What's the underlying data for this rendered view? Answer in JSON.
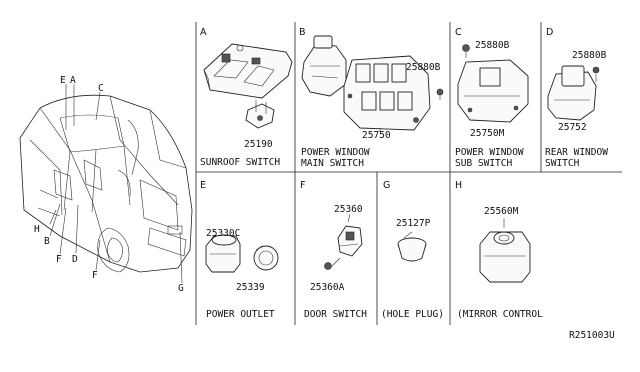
{
  "car_callouts": [
    "E",
    "A",
    "C",
    "D",
    "H",
    "B",
    "F",
    "F",
    "G"
  ],
  "panels": {
    "A": {
      "letter": "A",
      "parts": [
        "25190"
      ],
      "caption": "SUNROOF SWITCH"
    },
    "B": {
      "letter": "B",
      "parts": [
        "25880B",
        "25750"
      ],
      "caption_line1": "POWER WINDOW",
      "caption_line2": "MAIN SWITCH"
    },
    "C": {
      "letter": "C",
      "parts": [
        "25880B",
        "25750M"
      ],
      "caption_line1": "POWER WINDOW",
      "caption_line2": "SUB SWITCH"
    },
    "D": {
      "letter": "D",
      "parts": [
        "25880B",
        "25752"
      ],
      "caption_line1": "REAR WINDOW",
      "caption_line2": "SWITCH"
    },
    "E": {
      "letter": "E",
      "parts": [
        "25330C",
        "25339"
      ],
      "caption": "POWER OUTLET"
    },
    "F": {
      "letter": "F",
      "parts": [
        "25360",
        "25360A"
      ],
      "caption": "DOOR SWITCH"
    },
    "G": {
      "letter": "G",
      "parts": [
        "25127P"
      ],
      "caption": "(HOLE PLUG)"
    },
    "H": {
      "letter": "H",
      "parts": [
        "25560M"
      ],
      "caption": "(MIRROR CONTROL"
    }
  },
  "diagram_code": "R251003U"
}
